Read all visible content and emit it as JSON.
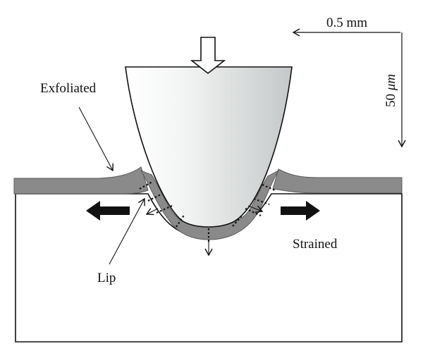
{
  "labels": {
    "exfoliated": "Exfoliated",
    "lip": "Lip",
    "strained": "Strained",
    "scale_horizontal": "0.5 mm",
    "scale_vertical_value": "50 ",
    "scale_vertical_unit": "μm"
  },
  "colors": {
    "coating": "#8a8a8a",
    "coating_edge": "#555555",
    "outline": "#111111",
    "tip_light": "#ffffff",
    "tip_dark": "#c9cccc",
    "background": "#ffffff"
  },
  "icons": {
    "load_arrow": "hollow-down-arrow-icon",
    "left_push": "solid-left-arrow-icon",
    "right_push": "solid-right-arrow-icon"
  }
}
